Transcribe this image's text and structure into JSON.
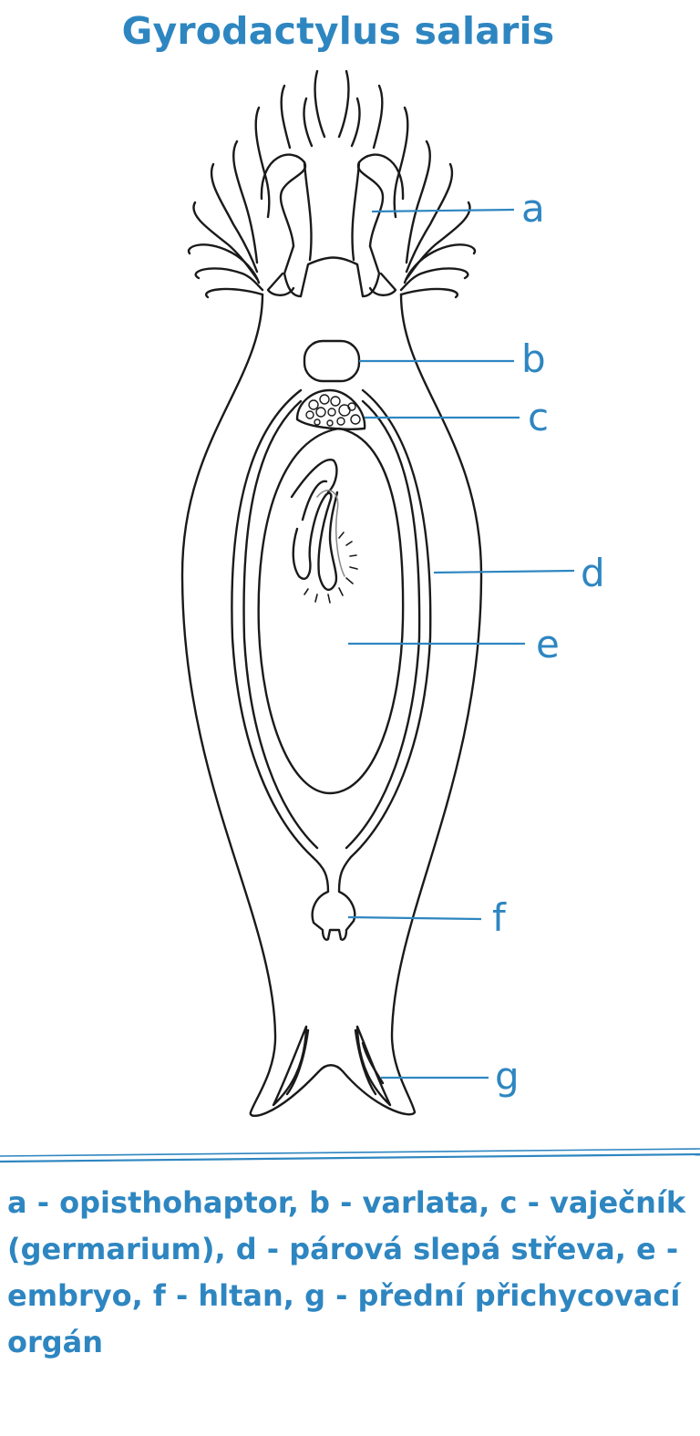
{
  "title": "Gyrodactylus salaris",
  "labels": {
    "a": "a",
    "b": "b",
    "c": "c",
    "d": "d",
    "e": "e",
    "f": "f",
    "g": "g"
  },
  "legend": "a - opisthohaptor, b - varlata, c - vaječník (germarium), d - párová slepá střeva, e - embryo, f - hltan, g - přední přichycovací orgán",
  "colors": {
    "accent": "#2e86c1",
    "outline": "#1a1a1a"
  }
}
